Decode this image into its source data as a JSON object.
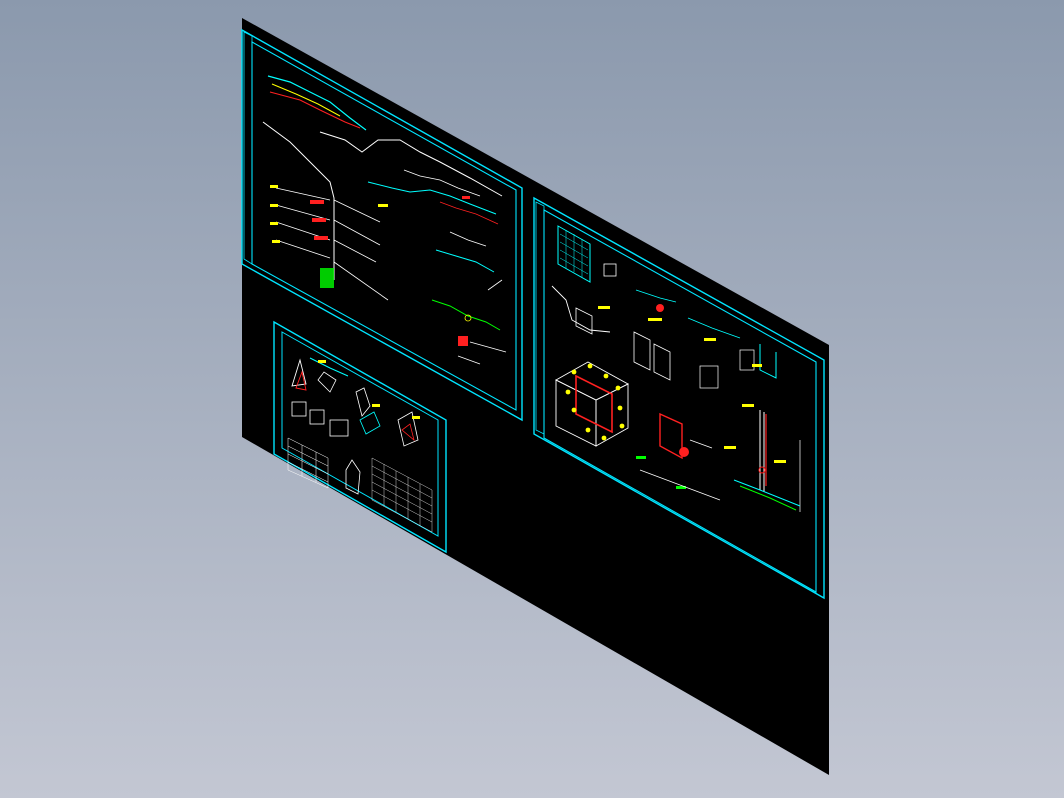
{
  "viewport": {
    "background_top": "#8b99ad",
    "background_bottom": "#c3c7d3"
  },
  "model": {
    "plane_color": "#000000",
    "frame_color": "#00e5ff",
    "colors": {
      "cyan": "#00ffff",
      "yellow": "#ffff00",
      "red": "#ff2020",
      "green": "#00ff00",
      "white": "#ffffff",
      "magenta": "#ff40ff",
      "blue": "#2060ff"
    }
  },
  "sheets": [
    {
      "id": "sheet-slope-profile",
      "subject": "slope-section-profile"
    },
    {
      "id": "sheet-retaining-wall",
      "subject": "retaining-wall-details"
    },
    {
      "id": "sheet-structure-details",
      "subject": "structure-node-details"
    }
  ]
}
